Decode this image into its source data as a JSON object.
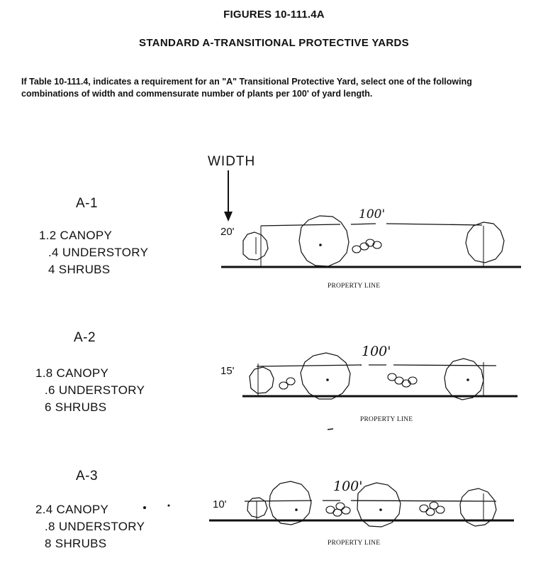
{
  "figure": {
    "number": "FIGURES 10-111.4A",
    "title": "STANDARD  A-TRANSITIONAL PROTECTIVE YARDS",
    "intro": "If Table 10-111.4, indicates a requirement for an \"A\" Transitional Protective Yard, select one of the following combinations of width and commensurate number of plants per 100' of yard length."
  },
  "width_label": "WIDTH",
  "options": [
    {
      "label": "A-1",
      "requirements": [
        "1.2 CANOPY",
        " .4 UNDERSTORY",
        " 4 SHRUBS"
      ],
      "width": "20'",
      "length": "100'",
      "property_line": "PROPERTY LINE"
    },
    {
      "label": "A-2",
      "requirements": [
        "1.8 CANOPY",
        " .6 UNDERSTORY",
        " 6 SHRUBS"
      ],
      "width": "15'",
      "length": "100'",
      "property_line": "PROPERTY LINE"
    },
    {
      "label": "A-3",
      "requirements": [
        "2.4 CANOPY",
        " .8 UNDERSTORY",
        " 8 SHRUBS"
      ],
      "width": "10'",
      "length": "100'",
      "property_line": "PROPERTY LINE"
    }
  ]
}
